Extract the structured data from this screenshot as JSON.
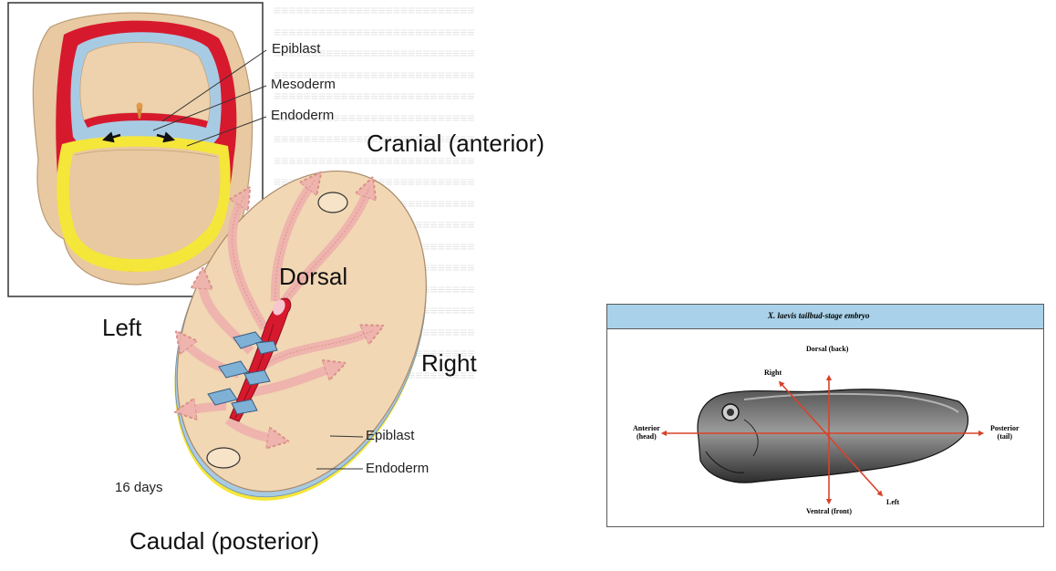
{
  "labels": {
    "cranial": "Cranial (anterior)",
    "caudal": "Caudal (posterior)",
    "dorsal": "Dorsal",
    "left": "Left",
    "right": "Right"
  },
  "inset_labels": {
    "epiblast": "Epiblast",
    "mesoderm": "Mesoderm",
    "endoderm": "Endoderm"
  },
  "disc_labels": {
    "epiblast": "Epiblast",
    "endoderm": "Endoderm",
    "age": "16 days"
  },
  "tadpole_panel": {
    "title": "X. laevis tailbud-stage embryo",
    "dorsal": "Dorsal (back)",
    "ventral": "Ventral (front)",
    "anterior_1": "Anterior",
    "anterior_2": "(head)",
    "posterior_1": "Posterior",
    "posterior_2": "(tail)",
    "right": "Right",
    "left": "Left"
  },
  "colors": {
    "epiblast_blue": "#a8cbe4",
    "mesoderm_red": "#d7192e",
    "yolk_yellow": "#f5e63a",
    "tissue_beige": "#f1d7b4",
    "arrow_pink": "#eeb3ad",
    "header_blue": "#a9d2ea",
    "axis_red": "#d8432a"
  }
}
